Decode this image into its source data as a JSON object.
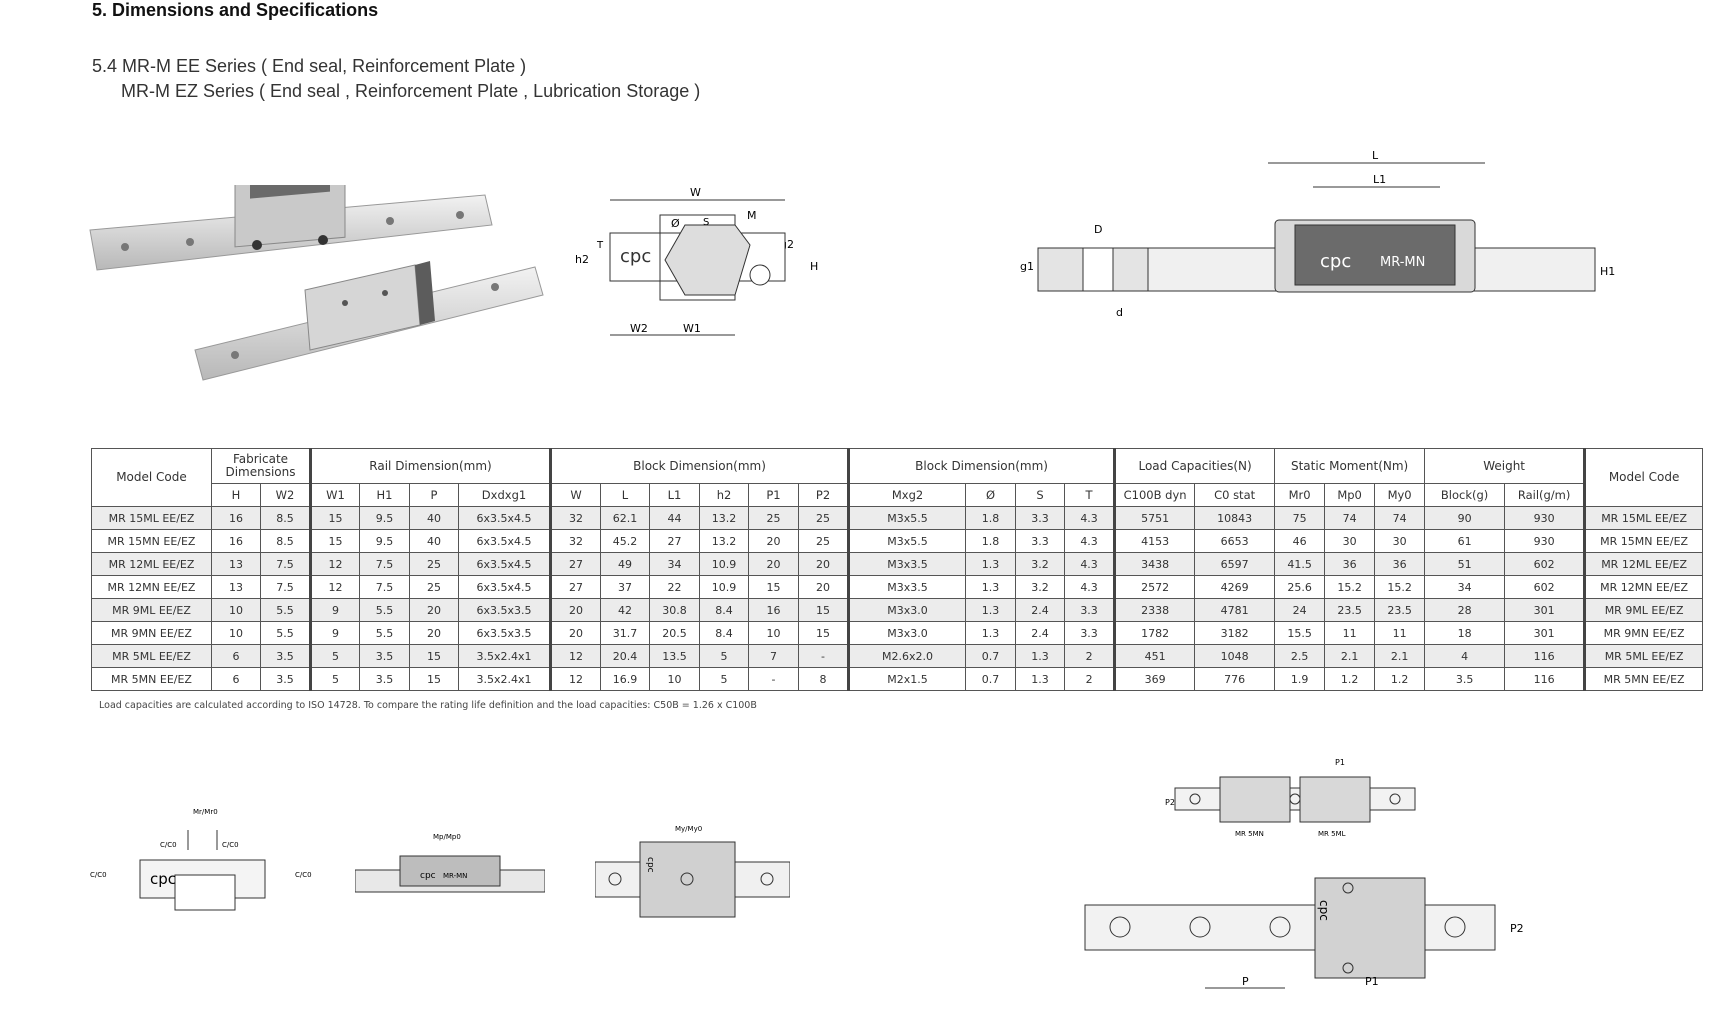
{
  "header": {
    "section_title": "5. Dimensions and Specifications",
    "subtitle_1": "5.4 MR-M EE Series ( End seal, Reinforcement Plate )",
    "subtitle_2": "MR-M EZ Series ( End seal , Reinforcement Plate , Lubrication Storage )"
  },
  "drawings": {
    "cross_section": {
      "labels": [
        "W",
        "M",
        "S",
        "Ø",
        "T",
        "h2",
        "g2",
        "H",
        "W2",
        "W1"
      ],
      "brand": "cpc"
    },
    "side_view": {
      "labels": [
        "L",
        "L1",
        "D",
        "g1",
        "d",
        "H1"
      ],
      "brand": "cpc",
      "model": "MR-MN"
    },
    "load_diagram_1": {
      "labels": [
        "Mr/Mr0",
        "C/C0",
        "C/C0",
        "C/C0",
        "C/C0"
      ],
      "brand": "cpc"
    },
    "load_diagram_2": {
      "labels": [
        "Mp/Mp0"
      ],
      "brand": "cpc",
      "model": "MR-MN"
    },
    "load_diagram_3": {
      "labels": [
        "My/My0"
      ],
      "brand": "cpc"
    },
    "mini_top": {
      "labels": [
        "P1",
        "P2",
        "MR 5MN",
        "MR 5ML"
      ]
    },
    "big_top": {
      "labels": [
        "P",
        "P1",
        "P2"
      ],
      "brand": "cpc"
    }
  },
  "table": {
    "group_headers": [
      "Model Code",
      "Fabricate Dimensions",
      "Rail Dimension(mm)",
      "Block Dimension(mm)",
      "Block Dimension(mm)",
      "Load Capacities(N)",
      "Static Moment(Nm)",
      "Weight",
      "Model Code"
    ],
    "sub_headers": [
      "H",
      "W2",
      "W1",
      "H1",
      "P",
      "Dxdxg1",
      "W",
      "L",
      "L1",
      "h2",
      "P1",
      "P2",
      "Mxg2",
      "Ø",
      "S",
      "T",
      "C100B dyn",
      "C0 stat",
      "Mr0",
      "Mp0",
      "My0",
      "Block(g)",
      "Rail(g/m)"
    ],
    "rows": [
      [
        "MR 15ML EE/EZ",
        "16",
        "8.5",
        "15",
        "9.5",
        "40",
        "6x3.5x4.5",
        "32",
        "62.1",
        "44",
        "13.2",
        "25",
        "25",
        "M3x5.5",
        "1.8",
        "3.3",
        "4.3",
        "5751",
        "10843",
        "75",
        "74",
        "74",
        "90",
        "930",
        "MR 15ML EE/EZ"
      ],
      [
        "MR 15MN EE/EZ",
        "16",
        "8.5",
        "15",
        "9.5",
        "40",
        "6x3.5x4.5",
        "32",
        "45.2",
        "27",
        "13.2",
        "20",
        "25",
        "M3x5.5",
        "1.8",
        "3.3",
        "4.3",
        "4153",
        "6653",
        "46",
        "30",
        "30",
        "61",
        "930",
        "MR 15MN EE/EZ"
      ],
      [
        "MR 12ML EE/EZ",
        "13",
        "7.5",
        "12",
        "7.5",
        "25",
        "6x3.5x4.5",
        "27",
        "49",
        "34",
        "10.9",
        "20",
        "20",
        "M3x3.5",
        "1.3",
        "3.2",
        "4.3",
        "3438",
        "6597",
        "41.5",
        "36",
        "36",
        "51",
        "602",
        "MR 12ML EE/EZ"
      ],
      [
        "MR 12MN EE/EZ",
        "13",
        "7.5",
        "12",
        "7.5",
        "25",
        "6x3.5x4.5",
        "27",
        "37",
        "22",
        "10.9",
        "15",
        "20",
        "M3x3.5",
        "1.3",
        "3.2",
        "4.3",
        "2572",
        "4269",
        "25.6",
        "15.2",
        "15.2",
        "34",
        "602",
        "MR 12MN EE/EZ"
      ],
      [
        "MR 9ML EE/EZ",
        "10",
        "5.5",
        "9",
        "5.5",
        "20",
        "6x3.5x3.5",
        "20",
        "42",
        "30.8",
        "8.4",
        "16",
        "15",
        "M3x3.0",
        "1.3",
        "2.4",
        "3.3",
        "2338",
        "4781",
        "24",
        "23.5",
        "23.5",
        "28",
        "301",
        "MR 9ML EE/EZ"
      ],
      [
        "MR 9MN EE/EZ",
        "10",
        "5.5",
        "9",
        "5.5",
        "20",
        "6x3.5x3.5",
        "20",
        "31.7",
        "20.5",
        "8.4",
        "10",
        "15",
        "M3x3.0",
        "1.3",
        "2.4",
        "3.3",
        "1782",
        "3182",
        "15.5",
        "11",
        "11",
        "18",
        "301",
        "MR 9MN EE/EZ"
      ],
      [
        "MR 5ML EE/EZ",
        "6",
        "3.5",
        "5",
        "3.5",
        "15",
        "3.5x2.4x1",
        "12",
        "20.4",
        "13.5",
        "5",
        "7",
        "-",
        "M2.6x2.0",
        "0.7",
        "1.3",
        "2",
        "451",
        "1048",
        "2.5",
        "2.1",
        "2.1",
        "4",
        "116",
        "MR 5ML EE/EZ"
      ],
      [
        "MR 5MN EE/EZ",
        "6",
        "3.5",
        "5",
        "3.5",
        "15",
        "3.5x2.4x1",
        "12",
        "16.9",
        "10",
        "5",
        "-",
        "8",
        "M2x1.5",
        "0.7",
        "1.3",
        "2",
        "369",
        "776",
        "1.9",
        "1.2",
        "1.2",
        "3.5",
        "116",
        "MR 5MN EE/EZ"
      ]
    ],
    "footnote": "Load capacities are calculated according to ISO 14728. To compare the rating life definition and the load capacities: C50B = 1.26 x C100B"
  }
}
